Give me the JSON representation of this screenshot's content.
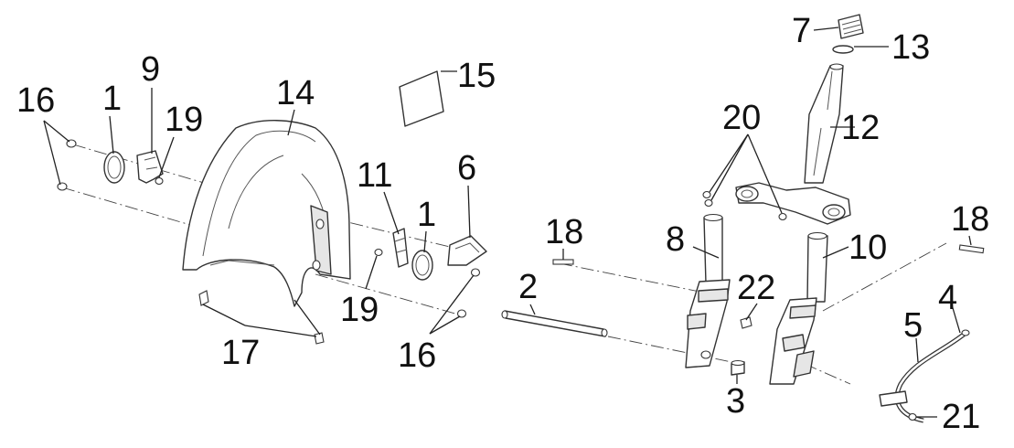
{
  "diagram": {
    "callouts": [
      {
        "id": "c16a",
        "text": "16"
      },
      {
        "id": "c1a",
        "text": "1"
      },
      {
        "id": "c9",
        "text": "9"
      },
      {
        "id": "c19a",
        "text": "19"
      },
      {
        "id": "c14",
        "text": "14"
      },
      {
        "id": "c15",
        "text": "15"
      },
      {
        "id": "c11",
        "text": "11"
      },
      {
        "id": "c6",
        "text": "6"
      },
      {
        "id": "c1b",
        "text": "1"
      },
      {
        "id": "c19b",
        "text": "19"
      },
      {
        "id": "c16b",
        "text": "16"
      },
      {
        "id": "c17",
        "text": "17"
      },
      {
        "id": "c2",
        "text": "2"
      },
      {
        "id": "c18a",
        "text": "18"
      },
      {
        "id": "c8",
        "text": "8"
      },
      {
        "id": "c20",
        "text": "20"
      },
      {
        "id": "c12",
        "text": "12"
      },
      {
        "id": "c7",
        "text": "7"
      },
      {
        "id": "c13",
        "text": "13"
      },
      {
        "id": "c10",
        "text": "10"
      },
      {
        "id": "c22",
        "text": "22"
      },
      {
        "id": "c3",
        "text": "3"
      },
      {
        "id": "c18b",
        "text": "18"
      },
      {
        "id": "c4",
        "text": "4"
      },
      {
        "id": "c5",
        "text": "5"
      },
      {
        "id": "c21",
        "text": "21"
      }
    ]
  }
}
